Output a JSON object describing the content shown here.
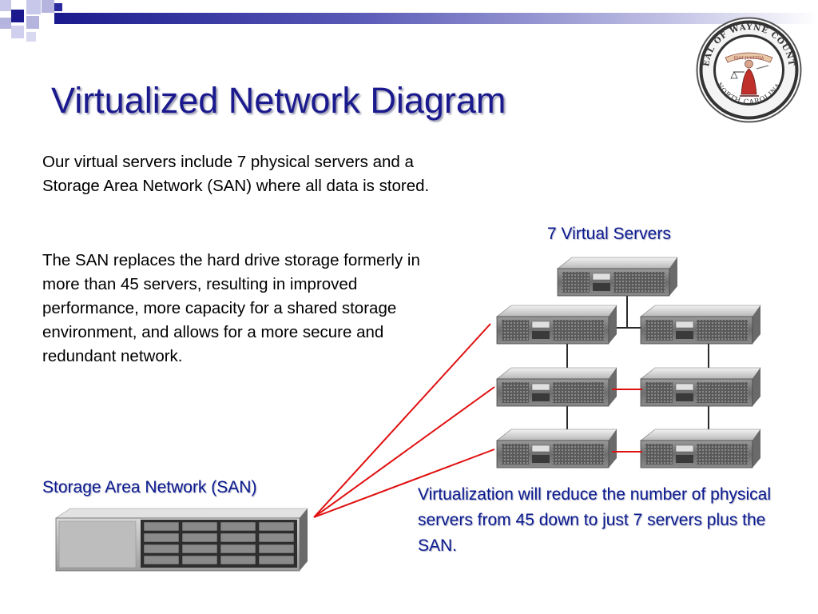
{
  "slide": {
    "title": "Virtualized Network Diagram",
    "paragraph_1": "Our virtual servers include 7 physical servers and a Storage Area Network (SAN) where all data is stored.",
    "paragraph_2": "The SAN replaces the hard drive storage formerly in more than 45 servers, resulting in improved performance, more capacity for a shared storage environment, and allows for a more secure and redundant network.",
    "servers_label": "7 Virtual Servers",
    "san_label": "Storage Area Network (SAN)",
    "virtualization_note": "Virtualization will reduce the number of physical servers from 45 down to just 7 servers plus the SAN."
  },
  "seal": {
    "top_text": "SEAL OF WAYNE COUNTY",
    "bottom_text": "NORTH CAROLINA",
    "motto": "FIAT JUSTITIA"
  },
  "colors": {
    "title": "#1a1a8e",
    "label": "#0a1a8e",
    "connector_red": "#e01010",
    "connector_dark": "#2a2a2a"
  }
}
